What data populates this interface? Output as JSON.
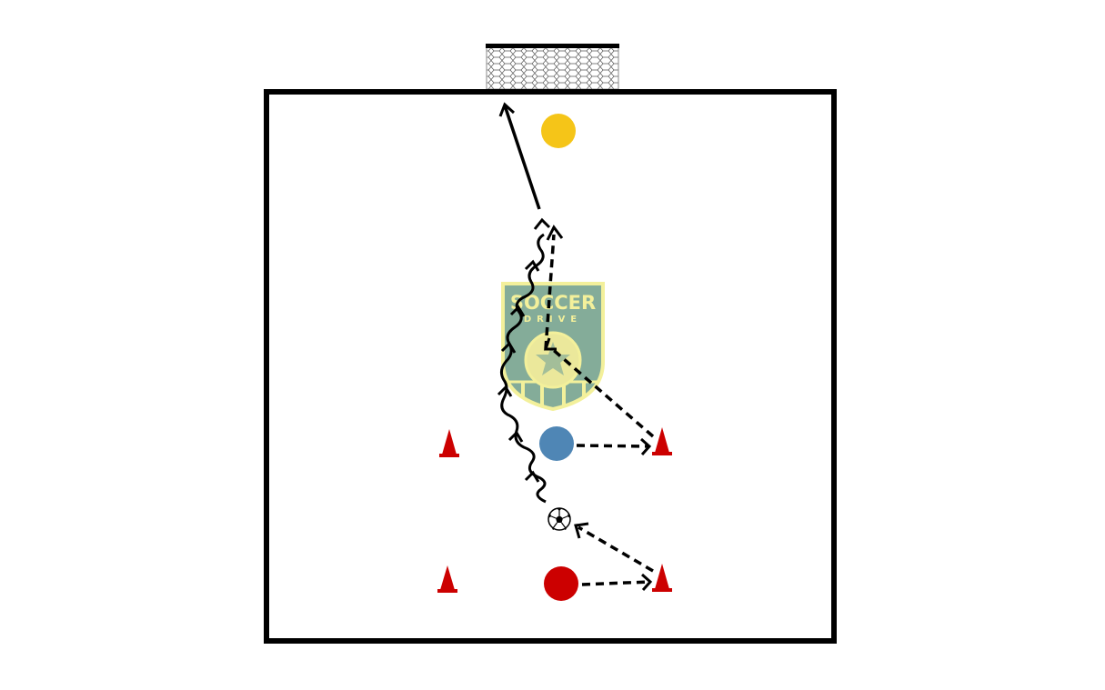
{
  "logo": {
    "line1": "SOCCER",
    "line2": "DRIVE",
    "colors": {
      "fill": "#6f9e88",
      "outline": "#f2ee8a"
    }
  },
  "colors": {
    "field_line": "#000000",
    "attacker": "#cc0000",
    "midfielder": "#4f86b5",
    "goalkeeper": "#f5c518",
    "cone": "#cc0000",
    "arrow": "#000000"
  },
  "pieces": [
    {
      "name": "goalkeeper-yellow",
      "role": "goalkeeper",
      "color": "#f5c518"
    },
    {
      "name": "player-blue",
      "role": "midfielder",
      "color": "#4f86b5"
    },
    {
      "name": "player-red",
      "role": "attacker",
      "color": "#cc0000"
    },
    {
      "name": "soccer-ball",
      "icon": "soccer-ball-icon"
    }
  ],
  "cones": 4,
  "arrows": [
    {
      "name": "pass-red-to-cone",
      "type": "dashed-pass"
    },
    {
      "name": "pass-cone-to-ball",
      "type": "dashed-pass"
    },
    {
      "name": "dribble-ball-upfield",
      "type": "wavy-dribble"
    },
    {
      "name": "pass-blue-to-cone",
      "type": "dashed-pass"
    },
    {
      "name": "pass-cone-upfield",
      "type": "dashed-pass"
    },
    {
      "name": "shot-on-goal",
      "type": "solid-shot"
    }
  ]
}
